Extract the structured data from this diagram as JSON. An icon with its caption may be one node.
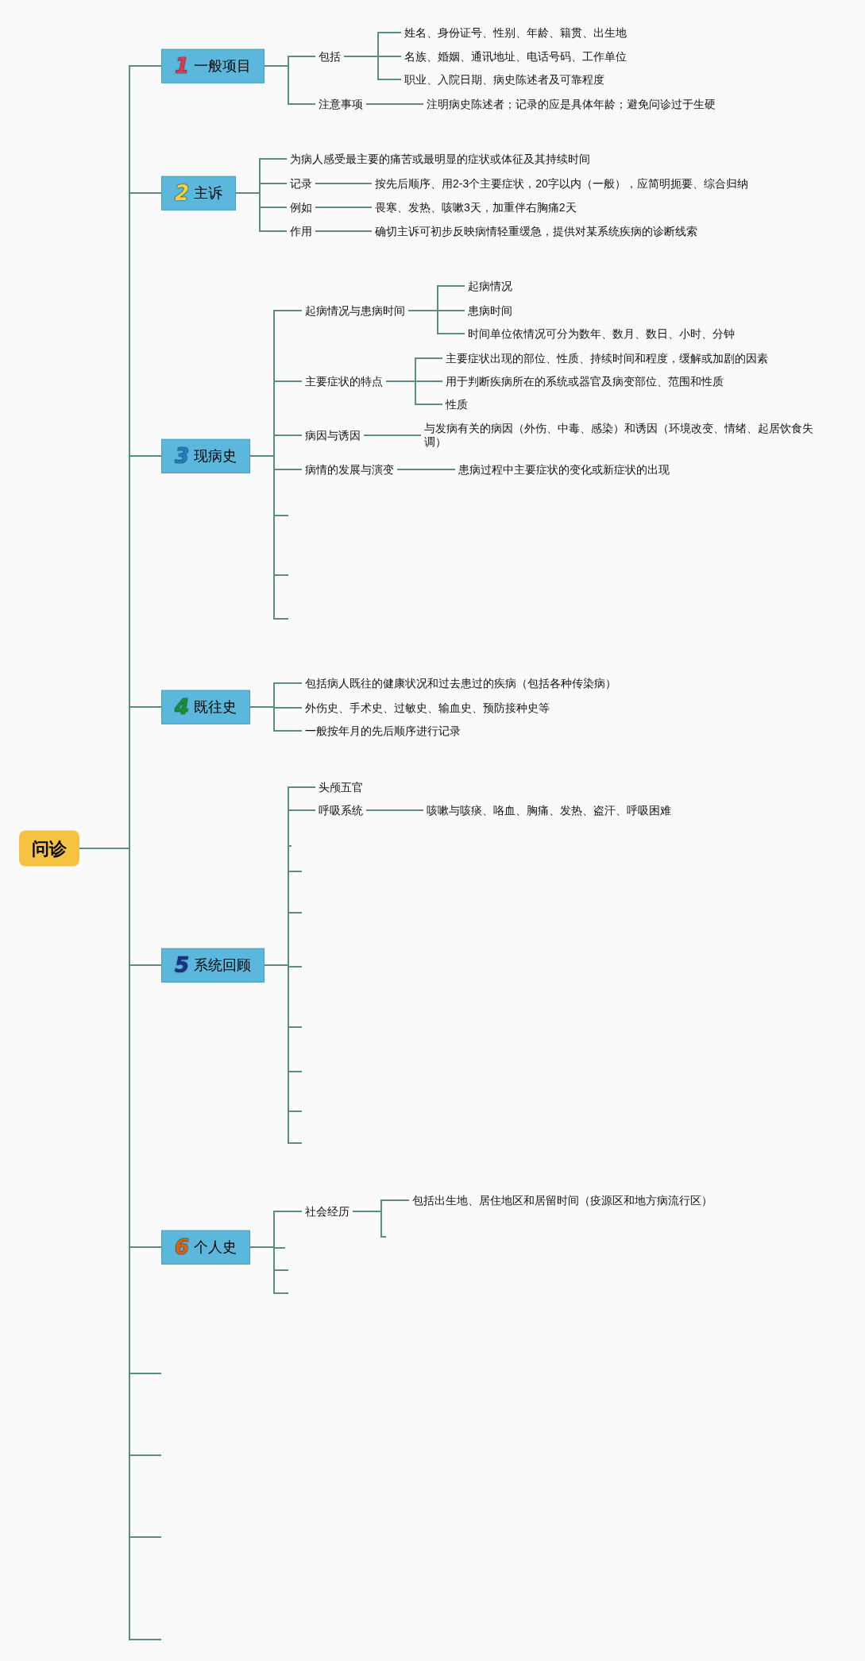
{
  "diagram": {
    "nodes": [
      {
        "text": [
          "问诊"
        ]
      },
      {
        "text": [
          "1",
          "一般项目"
        ]
      },
      {
        "text": [
          "包括"
        ]
      },
      {
        "text": [
          "姓名、身份证号、性别、年龄、籍贯、出生地"
        ]
      },
      {
        "text": [
          "名族、婚姻、通讯地址、电话号码、工作单位"
        ]
      },
      {
        "text": [
          "职业、入院日期、病史陈述者及可靠程度"
        ]
      },
      {
        "text": [
          "注意事项"
        ]
      },
      {
        "text": [
          "注明病史陈述者；记录的应是具体年龄；避免问诊过于生硬"
        ]
      },
      {
        "text": [
          "2",
          "主诉"
        ]
      },
      {
        "text": [
          "为病人感受最主要的痛苦或最明显的症状或体征及其持续时间"
        ]
      },
      {
        "text": [
          "记录"
        ]
      },
      {
        "text": [
          "按先后顺序、用2-3个主要症状，20字以内（一般），应简明扼要、综合归纳"
        ]
      },
      {
        "text": [
          "例如"
        ]
      },
      {
        "text": [
          "畏寒、发热、咳嗽3天，加重伴右胸痛2天"
        ]
      },
      {
        "text": [
          "作用"
        ]
      },
      {
        "text": [
          "确切主诉可初步反映病情轻重缓急，提供对某系统疾病的诊断线索"
        ]
      },
      {
        "text": [
          "3",
          "现病史"
        ]
      },
      {
        "text": [
          "起病情况与患病时间"
        ]
      },
      {
        "text": [
          "起病情况"
        ]
      },
      {
        "text": [
          "患病时间"
        ]
      },
      {
        "text": [
          "时间单位依情况可分为数年、数月、数日、小时、分钟"
        ]
      },
      {
        "text": [
          "主要症状的特点"
        ]
      },
      {
        "text": [
          "主要症状出现的部位、性质、持续时间和程度，缓解或加剧的因素"
        ]
      },
      {
        "text": [
          "用于判断疾病所在的系统或器官及病变部位、范围和性质"
        ]
      },
      {
        "text": [
          "性质"
        ]
      },
      {
        "text": [
          "病因与诱因"
        ]
      },
      {
        "text": [
          "与发病有关的病因（外伤、中毒、感染）和诱因（环境改变、情绪、起居饮食失调）"
        ]
      },
      {
        "text": [
          "病情的发展与演变"
        ]
      },
      {
        "text": [
          "患病过程中主要症状的变化或新症状的出现"
        ]
      },
      {
        "text": [
          "4",
          "既往史"
        ]
      },
      {
        "text": [
          "包括病人既往的健康状况和过去患过的疾病（包括各种传染病）"
        ]
      },
      {
        "text": [
          "外伤史、手术史、过敏史、输血史、预防接种史等"
        ]
      },
      {
        "text": [
          "一般按年月的先后顺序进行记录"
        ]
      },
      {
        "text": [
          "5",
          "系统回顾"
        ]
      },
      {
        "text": [
          "头颅五官"
        ]
      },
      {
        "text": [
          "呼吸系统"
        ]
      },
      {
        "text": [
          "咳嗽与咳痰、咯血、胸痛、发热、盗汗、呼吸困难"
        ]
      },
      {
        "text": [
          "6",
          "个人史"
        ]
      },
      {
        "text": [
          "社会经历"
        ]
      },
      {
        "text": [
          "包括出生地、居住地区和居留时间（疫源区和地方病流行区）"
        ]
      }
    ],
    "edges": [
      {
        "from": 0,
        "to": 1,
        "arrow": "none"
      },
      {
        "from": 1,
        "to": 2,
        "arrow": "none"
      },
      {
        "from": 2,
        "to": 3,
        "arrow": "none"
      },
      {
        "from": 2,
        "to": 4,
        "arrow": "none"
      },
      {
        "from": 2,
        "to": 5,
        "arrow": "none"
      },
      {
        "from": 1,
        "to": 6,
        "arrow": "none"
      },
      {
        "from": 6,
        "to": 7,
        "arrow": "none"
      },
      {
        "from": 0,
        "to": 8,
        "arrow": "none"
      },
      {
        "from": 8,
        "to": 9,
        "arrow": "none"
      },
      {
        "from": 8,
        "to": 10,
        "arrow": "none"
      },
      {
        "from": 10,
        "to": 11,
        "arrow": "none"
      },
      {
        "from": 8,
        "to": 12,
        "arrow": "none"
      },
      {
        "from": 12,
        "to": 13,
        "arrow": "none"
      },
      {
        "from": 8,
        "to": 14,
        "arrow": "none"
      },
      {
        "from": 14,
        "to": 15,
        "arrow": "none"
      },
      {
        "from": 0,
        "to": 16,
        "arrow": "none"
      },
      {
        "from": 16,
        "to": 17,
        "arrow": "none"
      },
      {
        "from": 17,
        "to": 18,
        "arrow": "none"
      },
      {
        "from": 17,
        "to": 19,
        "arrow": "none"
      },
      {
        "from": 17,
        "to": 20,
        "arrow": "none"
      },
      {
        "from": 16,
        "to": 21,
        "arrow": "none"
      },
      {
        "from": 21,
        "to": 22,
        "arrow": "none"
      },
      {
        "from": 21,
        "to": 23,
        "arrow": "none"
      },
      {
        "from": 21,
        "to": 24,
        "arrow": "none"
      },
      {
        "from": 16,
        "to": 25,
        "arrow": "none"
      },
      {
        "from": 25,
        "to": 26,
        "arrow": "none"
      },
      {
        "from": 16,
        "to": 27,
        "arrow": "none"
      },
      {
        "from": 27,
        "to": 28,
        "arrow": "none"
      },
      {
        "from": 16,
        "to": null,
        "arrow": "none"
      },
      {
        "from": 16,
        "to": null,
        "arrow": "none"
      },
      {
        "from": 16,
        "to": null,
        "arrow": "none"
      },
      {
        "from": 0,
        "to": 29,
        "arrow": "none"
      },
      {
        "from": 29,
        "to": 30,
        "arrow": "none"
      },
      {
        "from": 29,
        "to": 31,
        "arrow": "none"
      },
      {
        "from": 29,
        "to": 32,
        "arrow": "none"
      },
      {
        "from": 0,
        "to": 33,
        "arrow": "none"
      },
      {
        "from": 33,
        "to": 34,
        "arrow": "none"
      },
      {
        "from": 33,
        "to": 35,
        "arrow": "none"
      },
      {
        "from": 35,
        "to": 36,
        "arrow": "none"
      },
      {
        "from": 33,
        "to": null,
        "arrow": "none"
      },
      {
        "from": 33,
        "to": null,
        "arrow": "none"
      },
      {
        "from": 33,
        "to": null,
        "arrow": "none"
      },
      {
        "from": 33,
        "to": null,
        "arrow": "none"
      },
      {
        "from": 33,
        "to": null,
        "arrow": "none"
      },
      {
        "from": 33,
        "to": null,
        "arrow": "none"
      },
      {
        "from": 33,
        "to": null,
        "arrow": "none"
      },
      {
        "from": 33,
        "to": null,
        "arrow": "none"
      },
      {
        "from": 0,
        "to": 37,
        "arrow": "none"
      },
      {
        "from": 37,
        "to": 38,
        "arrow": "none"
      },
      {
        "from": 38,
        "to": 39,
        "arrow": "none"
      },
      {
        "from": 38,
        "to": null,
        "arrow": "none"
      },
      {
        "from": 37,
        "to": null,
        "arrow": "none"
      },
      {
        "from": 37,
        "to": null,
        "arrow": "none"
      },
      {
        "from": 37,
        "to": null,
        "arrow": "none"
      },
      {
        "from": 0,
        "to": null,
        "arrow": "none"
      },
      {
        "from": 0,
        "to": null,
        "arrow": "none"
      },
      {
        "from": 0,
        "to": null,
        "arrow": "none"
      },
      {
        "from": 0,
        "to": null,
        "arrow": "none"
      }
    ]
  }
}
